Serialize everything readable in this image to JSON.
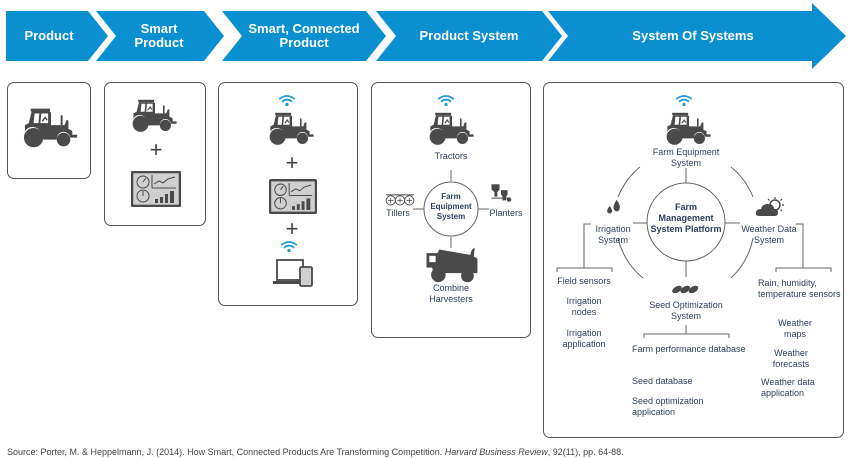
{
  "colors": {
    "banner_blue": "#0a8fd1",
    "wifi_blue": "#1e9ad6",
    "icon_gray": "#4a4a4a",
    "text_navy": "#2e3f5c"
  },
  "banner": {
    "stages": [
      {
        "label": "Product"
      },
      {
        "label": "Smart\nProduct",
        "line1": "Smart",
        "line2": "Product"
      },
      {
        "label": "Smart, Connected\nProduct",
        "line1": "Smart, Connected",
        "line2": "Product"
      },
      {
        "label": "Product System"
      },
      {
        "label": "System Of Systems"
      }
    ]
  },
  "panels": {
    "product": {
      "icons": [
        "tractor-icon"
      ]
    },
    "smart_product": {
      "plus": "+",
      "icons": [
        "tractor-icon",
        "dashboard-icon"
      ]
    },
    "smart_connected": {
      "plus": "+",
      "icons": [
        "wifi-icon",
        "tractor-icon",
        "dashboard-icon",
        "wifi-icon",
        "laptop-phone-icon"
      ]
    },
    "product_system": {
      "hub": {
        "line1": "Farm",
        "line2": "Equipment",
        "line3": "System"
      },
      "tractors": "Tractors",
      "tillers": "Tillers",
      "planters": "Planters",
      "combine_line1": "Combine",
      "combine_line2": "Harvesters"
    },
    "system_of_systems": {
      "hub": {
        "line1": "Farm",
        "line2": "Management",
        "line3": "System Platform"
      },
      "farm_equipment": {
        "line1": "Farm Equipment",
        "line2": "System"
      },
      "irrigation": {
        "line1": "Irrigation",
        "line2": "System",
        "items": [
          {
            "line1": "Field sensors"
          },
          {
            "line1": "Irrigation",
            "line2": "nodes"
          },
          {
            "line1": "Irrigation",
            "line2": "application"
          }
        ]
      },
      "weather": {
        "line1": "Weather Data",
        "line2": "System",
        "items": [
          {
            "line1": "Rain, humidity,",
            "line2": "temperature sensors"
          },
          {
            "line1": "Weather",
            "line2": "maps"
          },
          {
            "line1": "Weather",
            "line2": "forecasts"
          },
          {
            "line1": "Weather data",
            "line2": "application"
          }
        ]
      },
      "seed": {
        "line1": "Seed Optimization",
        "line2": "System",
        "items": [
          {
            "line1": "Farm performance database"
          },
          {
            "line1": "Seed database"
          },
          {
            "line1": "Seed optimization",
            "line2": "application"
          }
        ]
      }
    }
  },
  "source": {
    "prefix": "Source: Porter, M. & Heppelmann, J. (2014). How Smart, Connected Products Are Transforming Competition. ",
    "journal": "Harvard Business Review",
    "suffix": ", 92(11), pp. 64-88."
  }
}
